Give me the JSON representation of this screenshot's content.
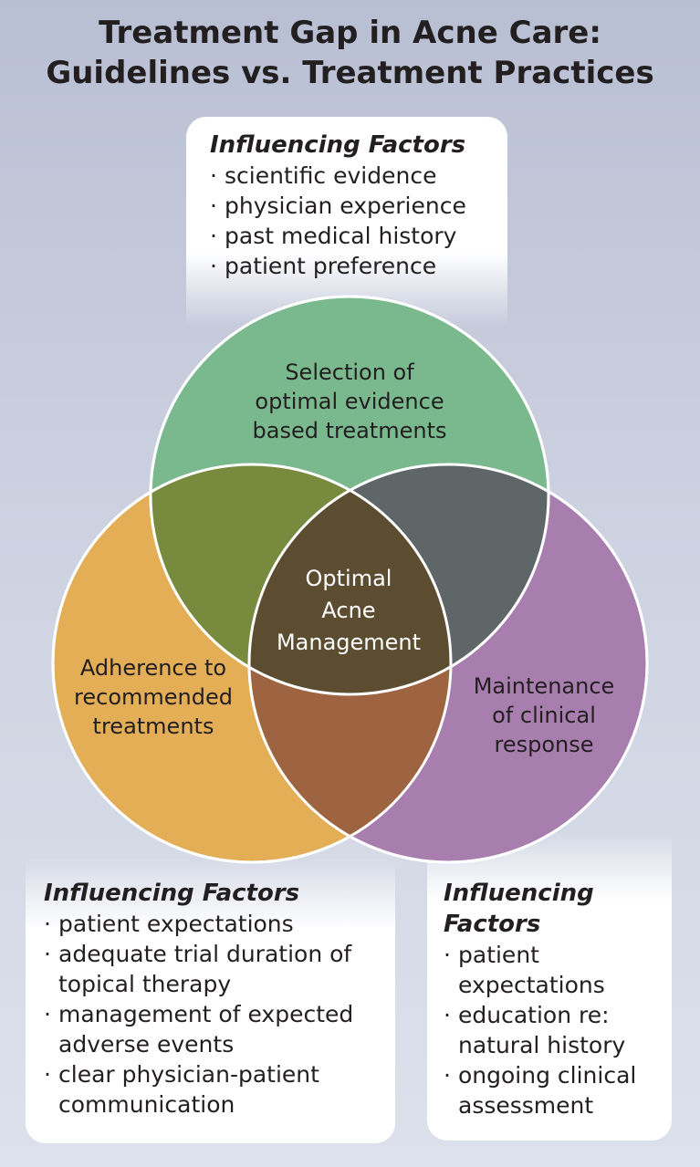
{
  "title": {
    "line1": "Treatment Gap in Acne Care:",
    "line2": "Guidelines vs. Treatment Practices"
  },
  "colors": {
    "top_circle": "#79b98d",
    "left_circle": "#e3ae55",
    "right_circle": "#a87eaf",
    "top_left_overlap": "#788a3e",
    "top_right_overlap": "#5f6667",
    "left_right_overlap": "#9e6441",
    "center": "#5c4d31"
  },
  "venn": {
    "top": {
      "line1": "Selection of",
      "line2": "optimal evidence",
      "line3": "based treatments"
    },
    "left": {
      "line1": "Adherence to",
      "line2": "recommended",
      "line3": "treatments"
    },
    "right": {
      "line1": "Maintenance",
      "line2": "of clinical",
      "line3": "response"
    },
    "center": {
      "line1": "Optimal",
      "line2": "Acne",
      "line3": "Management"
    }
  },
  "factors_top": {
    "heading": "Influencing Factors",
    "items": [
      "scientific evidence",
      "physician experience",
      "past medical history",
      "patient preference"
    ]
  },
  "factors_left": {
    "heading": "Influencing Factors",
    "items": [
      "patient expectations",
      "adequate trial duration of topical therapy",
      "management of expected adverse events",
      "clear physician-patient communication"
    ]
  },
  "factors_right": {
    "heading": "Influencing Factors",
    "items": [
      "patient expectations",
      "education re: natural history",
      "ongoing clinical assessment"
    ]
  }
}
